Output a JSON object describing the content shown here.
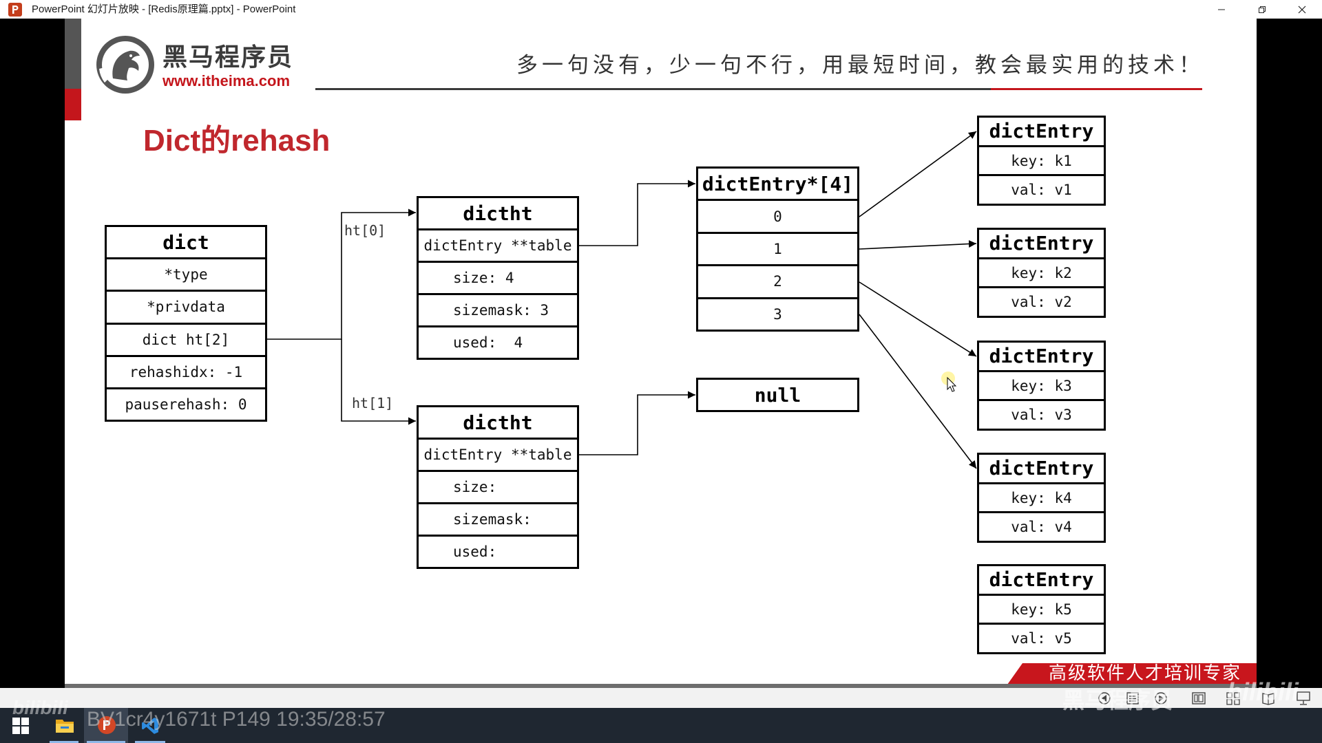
{
  "window": {
    "title": "PowerPoint 幻灯片放映 - [Redis原理篇.pptx] - PowerPoint",
    "app_icon": "powerpoint-icon",
    "controls": [
      "minimize-icon",
      "restore-icon",
      "close-icon"
    ]
  },
  "slide": {
    "logo": {
      "icon": "itheima-horse-logo-icon",
      "name": "黑马程序员",
      "url": "www.itheima.com"
    },
    "slogan": "多一句没有，少一句不行，用最短时间，教会最实用的技术！",
    "title": "Dict的rehash",
    "banner": "高级软件人才培训专家",
    "colors": {
      "accent": "#c4161c",
      "title": "#c0272d",
      "banner": "#c8161d",
      "box_border": "#000000"
    }
  },
  "diagram": {
    "dict": {
      "header": "dict",
      "fields": [
        "*type",
        "*privdata",
        "dict ht[2]",
        "rehashidx: -1",
        "pauserehash: 0"
      ]
    },
    "ht_labels": [
      "ht[0]",
      "ht[1]"
    ],
    "dictht": [
      {
        "header": "dictht",
        "fields": [
          "dictEntry **table",
          "size: 4",
          "sizemask: 3",
          "used:  4"
        ]
      },
      {
        "header": "dictht",
        "fields": [
          "dictEntry **table",
          "size:",
          "sizemask:",
          "used:"
        ]
      }
    ],
    "table": {
      "header": "dictEntry*[4]",
      "slots": [
        "0",
        "1",
        "2",
        "3"
      ]
    },
    "null_box": "null",
    "entries": [
      {
        "header": "dictEntry",
        "key": "key: k1",
        "val": "val: v1"
      },
      {
        "header": "dictEntry",
        "key": "key: k2",
        "val": "val: v2"
      },
      {
        "header": "dictEntry",
        "key": "key: k3",
        "val": "val: v3"
      },
      {
        "header": "dictEntry",
        "key": "key: k4",
        "val": "val: v4"
      },
      {
        "header": "dictEntry",
        "key": "key: k5",
        "val": "val: v5"
      }
    ]
  },
  "statusbar": {
    "icons": [
      "previous-slide-icon",
      "menu-icon",
      "next-slide-icon",
      "normal-view-icon",
      "slide-sorter-icon",
      "reading-view-icon",
      "slideshow-icon"
    ]
  },
  "taskbar": {
    "icons": [
      "windows-start-icon",
      "file-explorer-icon",
      "powerpoint-icon",
      "vscode-icon"
    ],
    "active": "powerpoint-icon",
    "background": "#1f2731"
  },
  "overlay": {
    "video_info": "BV1cr4y1671t P149 19:35/28:57",
    "watermark_left": "bilibili",
    "watermark_right_text": "黑马程序员",
    "watermark_right_logo": "bilibili"
  }
}
